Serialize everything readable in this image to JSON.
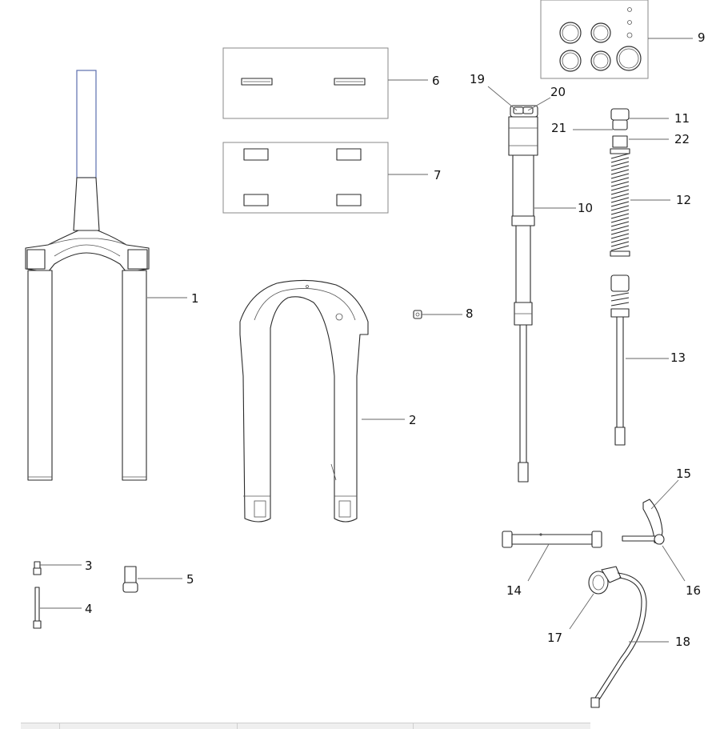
{
  "callouts": {
    "c1": "1",
    "c2": "2",
    "c3": "3",
    "c4": "4",
    "c5": "5",
    "c6": "6",
    "c7": "7",
    "c8": "8",
    "c9": "9",
    "c10": "10",
    "c11": "11",
    "c12": "12",
    "c13": "13",
    "c14": "14",
    "c15": "15",
    "c16": "16",
    "c17": "17",
    "c18": "18",
    "c19": "19",
    "c20": "20",
    "c21": "21",
    "c22": "22"
  },
  "colors": {
    "line": "#2a2a2a",
    "steerer_accent": "#5c6fae",
    "leader": "#666666"
  }
}
